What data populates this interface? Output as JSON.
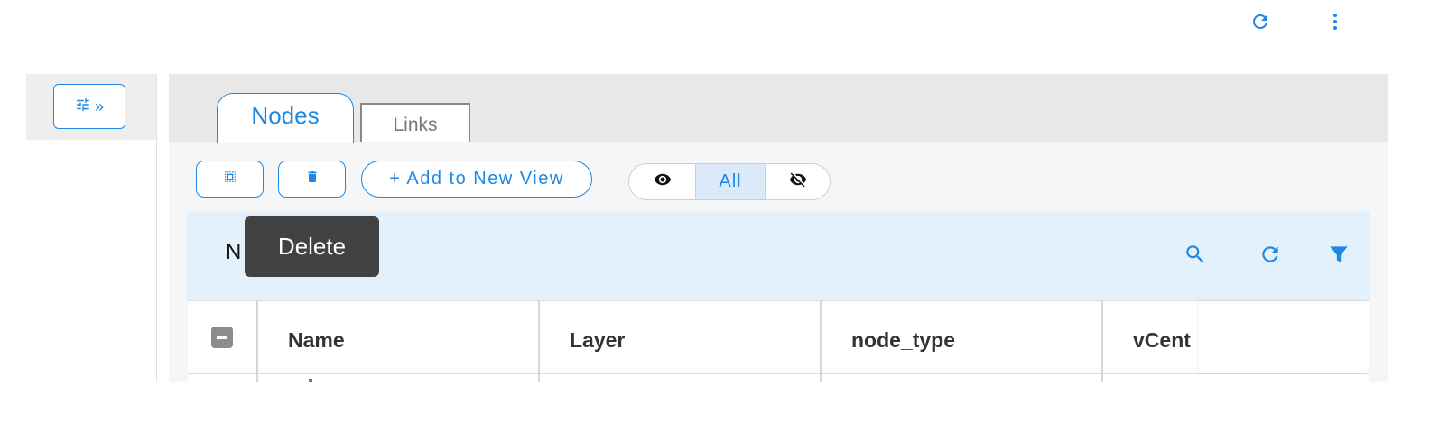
{
  "header": {
    "refresh_icon": "refresh-icon",
    "more_icon": "more-vert-icon"
  },
  "sidebar": {
    "toggle_symbol": "»",
    "toggle_icon": "tune-icon"
  },
  "tabs": [
    {
      "label": "Nodes",
      "active": true
    },
    {
      "label": "Links",
      "active": false
    }
  ],
  "toolbar": {
    "select_icon": "select-all-icon",
    "delete_icon": "trash-icon",
    "add_view_plus": "+",
    "add_view_label": "Add to New View",
    "visibility": {
      "show_icon": "eye-icon",
      "all_label": "All",
      "hide_icon": "eye-off-icon",
      "selected": "All"
    }
  },
  "table": {
    "title_visible": "N",
    "tooltip": "Delete",
    "toolbar_icons": [
      "search-icon",
      "refresh-icon",
      "filter-icon"
    ],
    "columns": [
      "Name",
      "Layer",
      "node_type",
      "vCent"
    ]
  },
  "colors": {
    "accent": "#1e88e5",
    "tooltip_bg": "#424242",
    "header_bg": "#e3f1fc"
  }
}
